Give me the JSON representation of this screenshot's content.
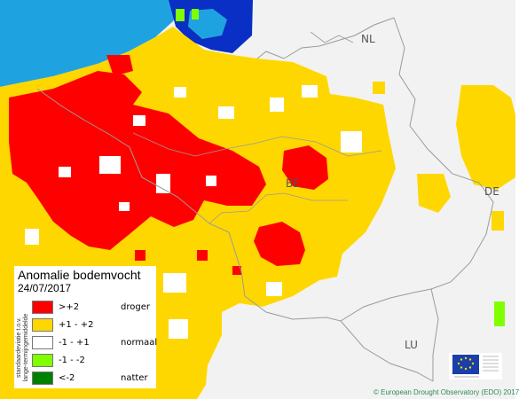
{
  "map": {
    "country_labels": [
      "NL",
      "BE",
      "DE",
      "LU"
    ],
    "legend": {
      "title": "Anomalie bodemvocht",
      "date": "24/07/2017",
      "axis_label_1": "standaardeviatie t.o.v.",
      "axis_label_2": "lange-termijngemiddelde",
      "items": [
        {
          "range": ">+2",
          "word": "droger",
          "color": "#ff0000"
        },
        {
          "range": "+1 - +2",
          "word": "",
          "color": "#ffd700"
        },
        {
          "range": "-1 - +1",
          "word": "normaal",
          "color": "#ffffff"
        },
        {
          "range": "-1 - -2",
          "word": "",
          "color": "#80ff00"
        },
        {
          "range": "<-2",
          "word": "natter",
          "color": "#008000"
        }
      ]
    },
    "credit": "© European Drought Observatory (EDO) 2017",
    "colors": {
      "dry_strong": "#ff0000",
      "dry": "#ffd700",
      "normal": "#ffffff",
      "wet": "#80ff00",
      "wet_strong": "#008000",
      "sea": "#1fa3e0",
      "background": "#f2f2f2",
      "border": "#9a9a9a"
    }
  }
}
